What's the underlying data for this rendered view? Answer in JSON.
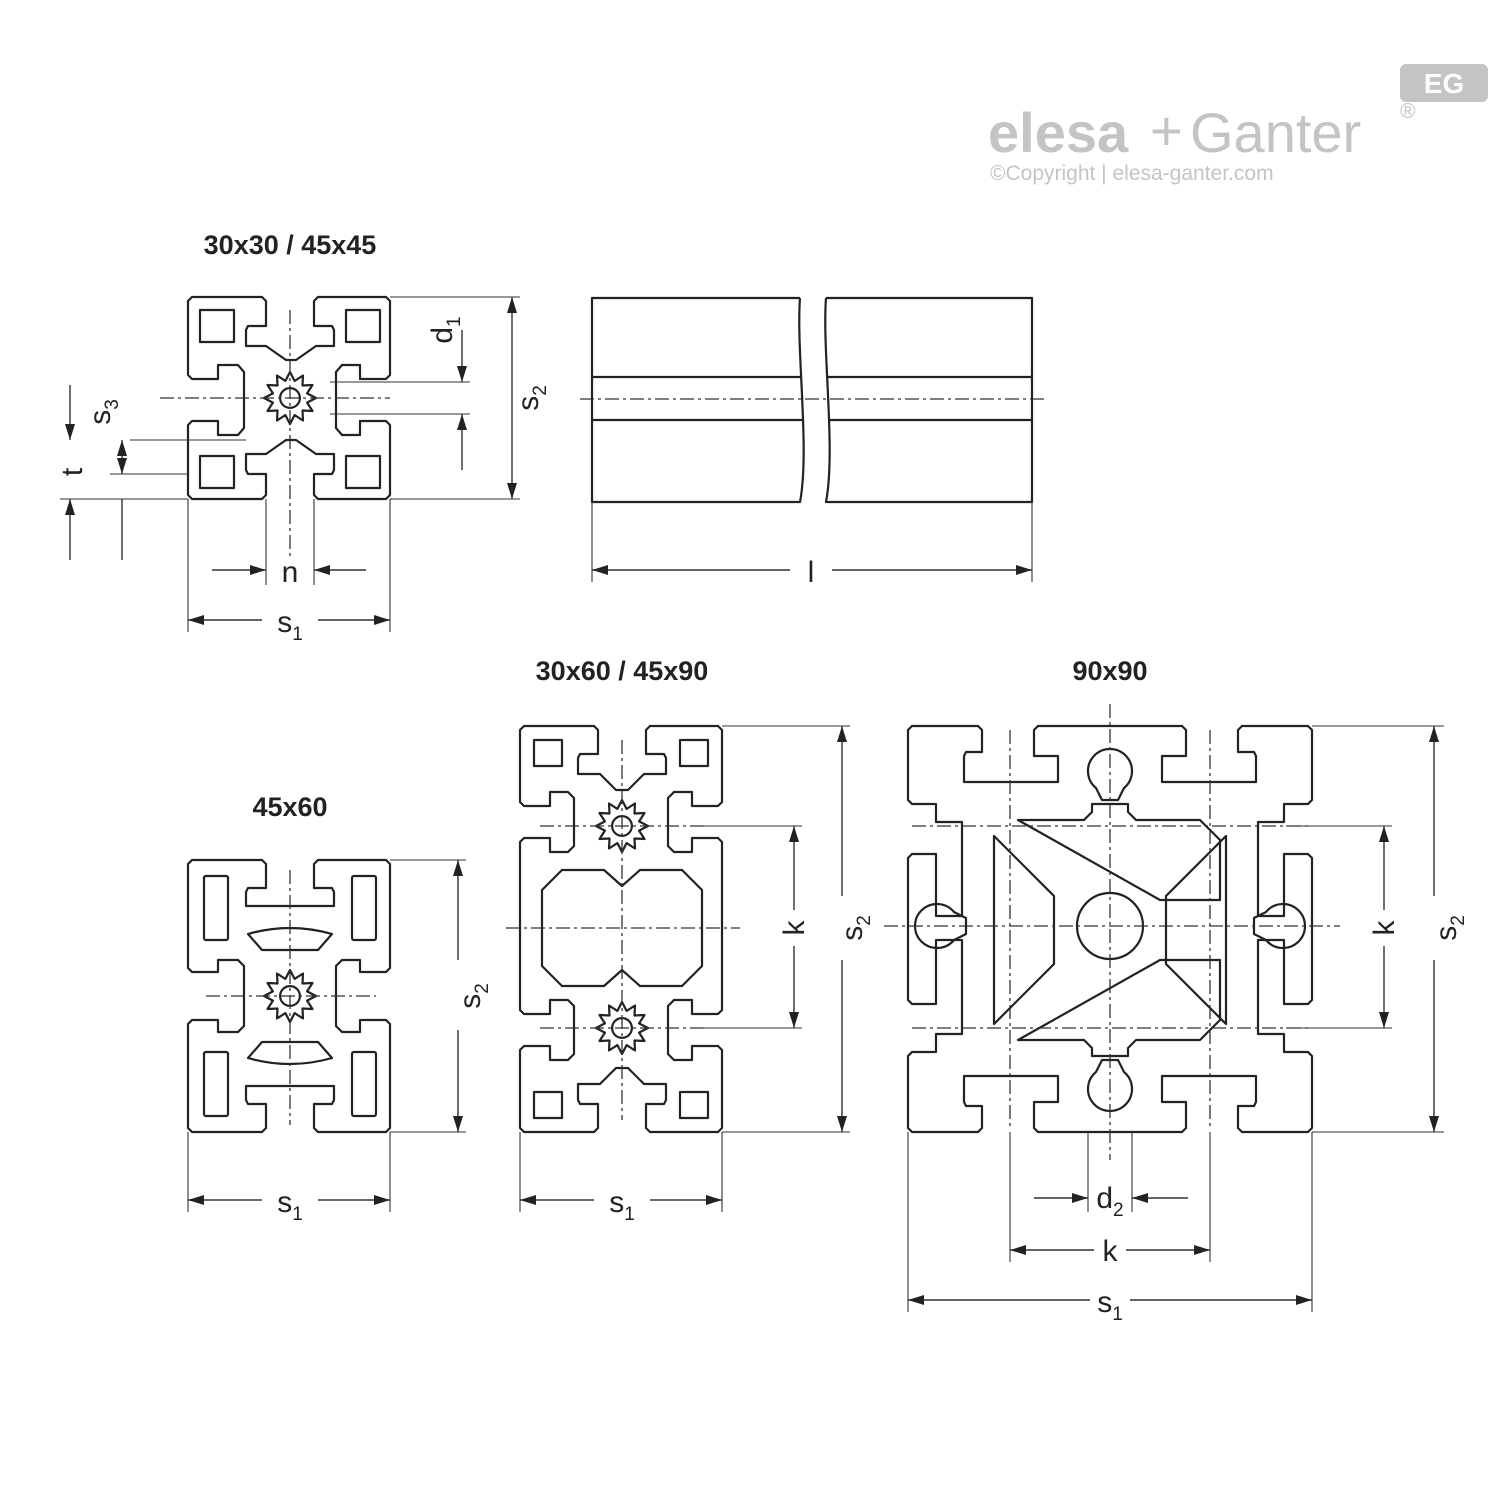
{
  "logo": {
    "word_elesa": "elesa",
    "plus": "+",
    "word_ganter": "Ganter",
    "registered": "®",
    "badge": "EG",
    "copyright": "©Copyright | elesa-ganter.com"
  },
  "figures": {
    "profile_30x30": {
      "title": "30x30 / 45x45"
    },
    "profile_45x60": {
      "title": "45x60"
    },
    "profile_30x60": {
      "title": "30x60 / 45x90"
    },
    "profile_90x90": {
      "title": "90x90"
    }
  },
  "dimensions": {
    "s": "s",
    "sub1": "1",
    "sub2": "2",
    "sub3": "3",
    "d": "d",
    "n": "n",
    "t": "t",
    "l": "l",
    "k": "k"
  },
  "colors": {
    "line": "#222222",
    "logo_grey": "#c4c4c4"
  }
}
